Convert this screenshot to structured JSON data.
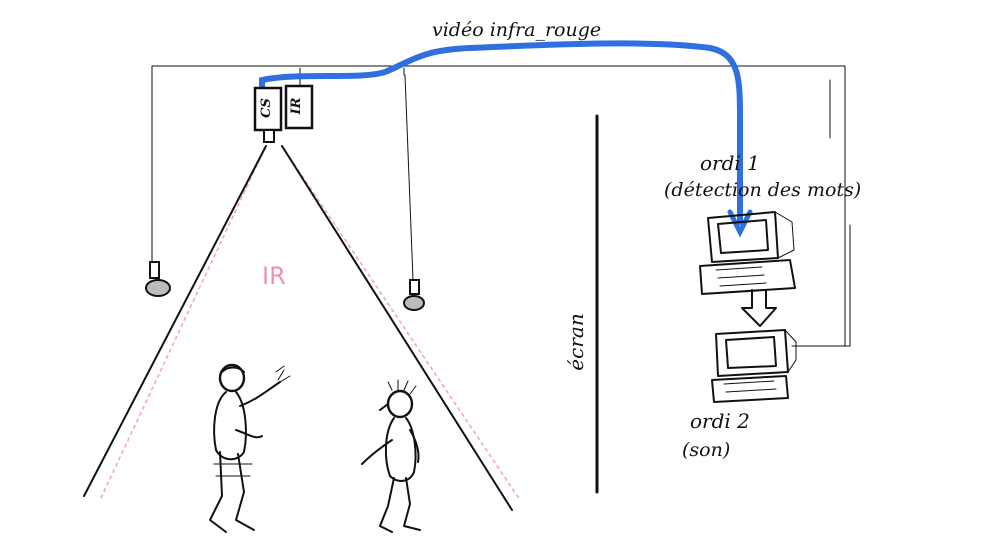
{
  "labels": {
    "video_ir": "vidéo infra_rouge",
    "camera_cs": "CS",
    "camera_ir": "IR",
    "ir_zone": "IR",
    "screen": "écran",
    "computer1_title": "ordi 1",
    "computer1_role": "(détection des mots)",
    "computer2_title": "ordi 2",
    "computer2_role": "(son)"
  },
  "colors": {
    "video_cable": "#2f6fe0",
    "ir_beam": "#f2a6c8",
    "ir_label": "#f08fb8",
    "ink": "#111111"
  }
}
